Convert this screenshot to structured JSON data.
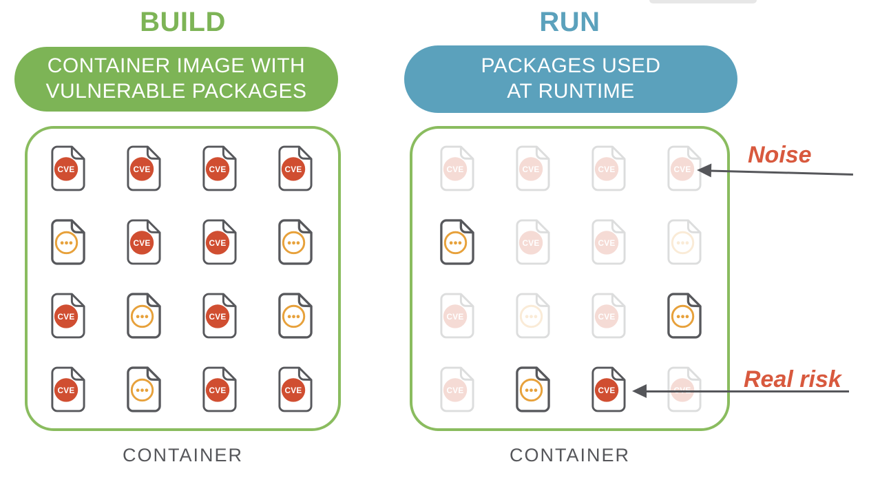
{
  "build": {
    "title": "BUILD",
    "badge_lines": [
      "CONTAINER IMAGE WITH",
      "VULNERABLE PACKAGES"
    ],
    "container_label": "CONTAINER",
    "grid": [
      [
        "cve",
        "cve",
        "cve",
        "cve"
      ],
      [
        "pkg",
        "cve",
        "cve",
        "pkg"
      ],
      [
        "cve",
        "pkg",
        "cve",
        "pkg"
      ],
      [
        "cve",
        "pkg",
        "cve",
        "cve"
      ]
    ]
  },
  "run": {
    "title": "RUN",
    "badge_lines": [
      "PACKAGES USED",
      "AT RUNTIME"
    ],
    "container_label": "CONTAINER",
    "grid": [
      [
        "cve-faded",
        "cve-faded",
        "cve-faded",
        "cve-faded"
      ],
      [
        "pkg",
        "cve-faded",
        "cve-faded",
        "pkg-faded"
      ],
      [
        "cve-faded",
        "pkg-faded",
        "cve-faded",
        "pkg"
      ],
      [
        "cve-faded",
        "pkg",
        "cve",
        "cve-faded"
      ]
    ]
  },
  "icons": {
    "cve_badge_label": "CVE",
    "pkg_badge": "ellipsis-dots"
  },
  "annotations": {
    "noise_label": "Noise",
    "real_risk_label": "Real risk"
  },
  "colors": {
    "build_green": "#7db456",
    "run_blue": "#5ba1bc",
    "cve_red": "#d04e31",
    "pkg_orange": "#e7a13b",
    "doc_outline_gray": "#57585c",
    "annotation_red": "#d8593e",
    "arrow_gray": "#55565a"
  }
}
